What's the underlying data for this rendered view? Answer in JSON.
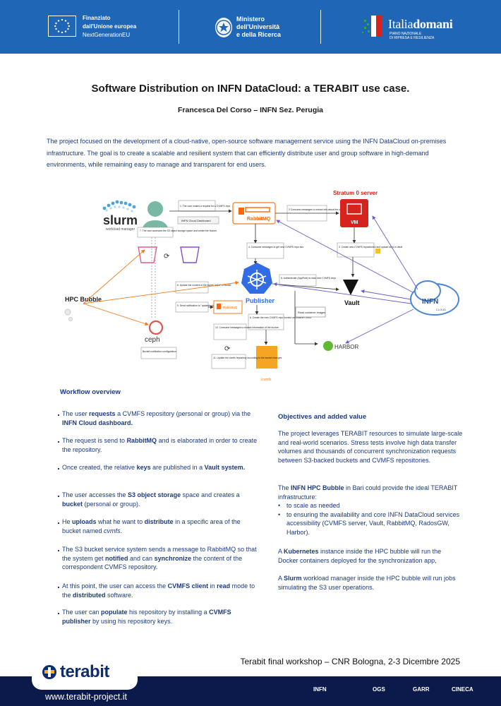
{
  "header": {
    "eu_line1": "Finanziato",
    "eu_line2": "dall'Unione europea",
    "eu_line3": "NextGenerationEU",
    "ministry_line1": "Ministero",
    "ministry_line2": "dell'Università",
    "ministry_line3": "e della Ricerca",
    "italia_title_a": "Italia",
    "italia_title_b": "domani",
    "italia_sub1": "PIANO NAZIONALE",
    "italia_sub2": "DI RIPRESA E RESILIENZA"
  },
  "title": "Software Distribution on INFN DataCloud: a TERABIT use case.",
  "author": "Francesca Del Corso – INFN Sez. Perugia",
  "intro": "The project focused on the development of a cloud-native, open-source software management service using the INFN DataCloud on-premises infrastructure. The goal is to create a scalable and resilient system that can efficiently distribute user and group software in high-demand environments, while remaining easy to manage and transparent for end users.",
  "diagram": {
    "slurm": "slurm",
    "slurm_sub": "workload manager",
    "dashboard": "INFN Cloud Dashboard",
    "step1": "1. The user makes a request for a CVMFS repo",
    "step2": "2 Consume messages to extract info about the user request",
    "step3": "3. Create new CVMFS repositories and upload keys in Vault",
    "step4": "4. Consume messages to get new CVMFS repo info",
    "step5": "5. Authenticate (AppRole) to read new CVMFS keys",
    "step6": "6. Create the new CVMFS repo /cvmfs/<reponame>.infn.it",
    "step7": "7. The user accesses the S3 object storage space and create the bucket",
    "step8": "8. Update the content of the cvmfs \"area\" of bucket",
    "step9": "9. Send notification to \"updatebucket\" queue",
    "step10": "10. Consume messages to extract information of the bucket",
    "step11": "11. Update the cvmfs repository according to the bucket changes",
    "rabbitmq": "RabbitMQ",
    "rabbitmq_small": "RabbitMQ",
    "stratum": "Stratum 0 server",
    "vm": "VM",
    "publisher": "Publisher",
    "vault": "Vault",
    "infn_cloud": "INFN",
    "infn_cloud_sub": "CLOUD",
    "hpc_bubble": "HPC Bubble",
    "ceph": "ceph",
    "bucket_notif": "Bucket notification configuration",
    "harbor": "HARBOR",
    "read_images": "Read container images",
    "cvmfs": "/cvmfs",
    "colors": {
      "accent_orange": "#f07a1a",
      "rabbit_orange": "#ff6600",
      "vm_red": "#d6231e",
      "k8s_blue": "#326ce5",
      "arrow_purple": "#6b5fc7"
    }
  },
  "workflow": {
    "heading": "Workflow overview",
    "items": [
      {
        "html": "The user <b>requests</b> a CVMFS repository (personal or group) via the <b>INFN Cloud dashboard.</b>"
      },
      {
        "html": "The request is send to <b>RabbitMQ</b> and is elaborated in order to create the repository."
      },
      {
        "html": "Once created, the relative <b>keys</b> are published in a <b>Vault system.</b>"
      },
      {
        "html": "The user accesses the <b>S3 object storage</b> space and creates a <b>bucket</b> (personal or group)."
      },
      {
        "html": "He <b>uploads</b> what he want to <b>distribute</b> in a specific area of the bucket named <i>cvmfs</i>."
      },
      {
        "html": "The S3 bucket service system sends a message to RabbitMQ so that the system get <b>notified</b> and can <b>synchronize</b> the content of the correspondent CVMFS repository."
      },
      {
        "html": "At this point, the user can access the <b>CVMFS client</b> in <b>read</b> mode to the <b>distributed</b> software."
      },
      {
        "html": "The user can <b>populate</b> his repository by installing a <b>CVMFS publisher</b> by using his repository keys."
      }
    ]
  },
  "objectives": {
    "heading": "Objectives and added value",
    "p1": "The project leverages TERABIT resources to simulate large-scale and real-world scenarios. Stress tests involve high data transfer volumes and thousands of concurrent synchronization requests between S3-backed buckets and CVMFS repositories.",
    "p2_html": "The <b>INFN HPC Bubble</b> in Bari could provide the ideal TERABIT infrastructure:",
    "bullet1": "to scale as needed",
    "bullet2": "to ensuring the availability and core INFN DataCloud services accessibility (CVMFS server, Vault, RabbitMQ, RadosGW, Harbor).",
    "p3_html": "A <b>Kubernetes</b> instance inside the HPC bubble will run the Docker containers deployed for the synchronization app,",
    "p4_html": "A <b>Slurm</b> workload manager inside the HPC bubble will run jobs simulating the S3 user operations."
  },
  "footer": {
    "workshop": "Terabit final workshop – CNR Bologna, 2-3 Dicembre 2025",
    "terabit": "terabit",
    "url": "www.terabit-project.it",
    "partners": [
      "INFN",
      "OGS",
      "GARR",
      "CINECA"
    ]
  }
}
